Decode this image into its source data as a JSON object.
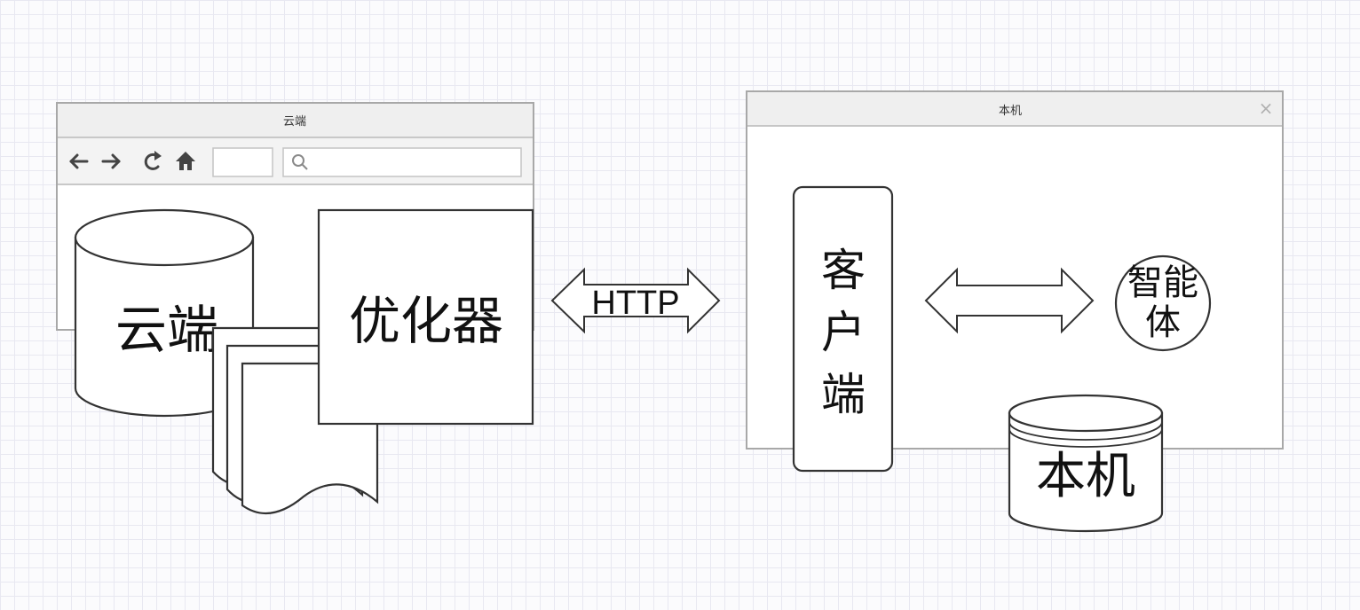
{
  "cloud_window": {
    "title": "云端",
    "toolbar_icons": [
      "arrow-left-icon",
      "arrow-right-icon",
      "refresh-icon",
      "home-icon",
      "search-icon"
    ],
    "address_value": "",
    "search_value": ""
  },
  "cloud_db": {
    "label": "云端"
  },
  "optimizer": {
    "label": "优化器"
  },
  "http_link": {
    "label": "HTTP"
  },
  "local_window": {
    "title": "本机",
    "close_icon": "close-icon",
    "close_glyph": "×"
  },
  "client": {
    "label_chars": [
      "客",
      "户",
      "端"
    ]
  },
  "agent": {
    "label_line1": "智能",
    "label_line2": "体"
  },
  "local_db": {
    "label": "本机"
  },
  "colors": {
    "stroke": "#333333",
    "window_chrome": "#efefef",
    "window_border": "#a8a8a8",
    "shape_fill": "#ffffff"
  }
}
